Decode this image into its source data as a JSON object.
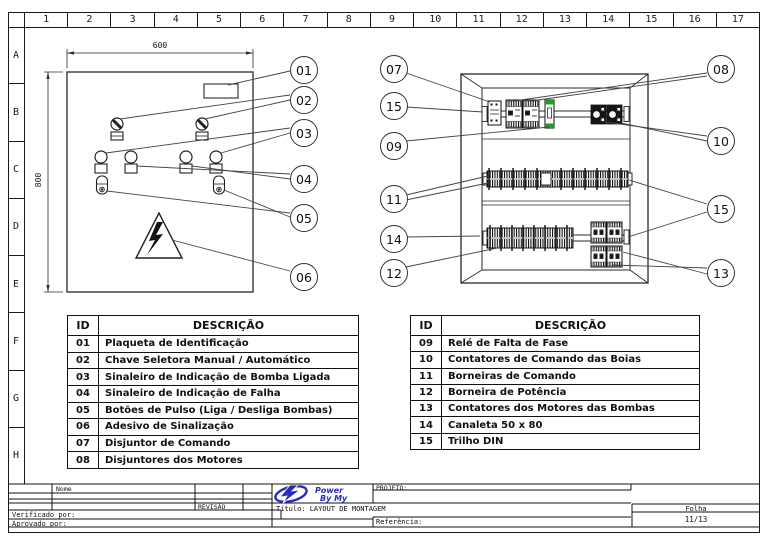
{
  "sheet": {
    "ruler_cols": [
      "1",
      "2",
      "3",
      "4",
      "5",
      "6",
      "7",
      "8",
      "9",
      "10",
      "11",
      "12",
      "13",
      "14",
      "15",
      "16",
      "17"
    ],
    "ruler_rows": [
      "A",
      "B",
      "C",
      "D",
      "E",
      "F",
      "G",
      "H"
    ]
  },
  "left_view": {
    "dim_width": "600",
    "dim_height": "800",
    "callouts": [
      "01",
      "02",
      "03",
      "04",
      "05",
      "06"
    ]
  },
  "right_view": {
    "callouts_left": [
      "07",
      "15",
      "09",
      "11",
      "14",
      "12"
    ],
    "callouts_right": [
      "08",
      "10",
      "15",
      "13"
    ]
  },
  "tables": {
    "left": {
      "header_id": "ID",
      "header_desc": "DESCRIÇÃO",
      "rows": [
        {
          "id": "01",
          "desc": "Plaqueta de Identificação"
        },
        {
          "id": "02",
          "desc": "Chave Seletora Manual / Automático"
        },
        {
          "id": "03",
          "desc": "Sinaleiro de Indicação de Bomba Ligada"
        },
        {
          "id": "04",
          "desc": "Sinaleiro de Indicação de Falha"
        },
        {
          "id": "05",
          "desc": "Botões de Pulso (Liga / Desliga Bombas)"
        },
        {
          "id": "06",
          "desc": "Adesivo de Sinalização"
        },
        {
          "id": "07",
          "desc": "Disjuntor de Comando"
        },
        {
          "id": "08",
          "desc": "Disjuntores dos Motores"
        }
      ]
    },
    "right": {
      "header_id": "ID",
      "header_desc": "DESCRIÇÃO",
      "rows": [
        {
          "id": "09",
          "desc": "Relé de Falta de Fase"
        },
        {
          "id": "10",
          "desc": "Contatores de Comando das Boias"
        },
        {
          "id": "11",
          "desc": "Borneiras de Comando"
        },
        {
          "id": "12",
          "desc": "Borneira de Potência"
        },
        {
          "id": "13",
          "desc": "Contatores dos Motores das Bombas"
        },
        {
          "id": "14",
          "desc": "Canaleta 50 x 80"
        },
        {
          "id": "15",
          "desc": "Trilho DIN"
        }
      ]
    }
  },
  "title_block": {
    "nome_label": "Nome",
    "revisao_label": "REVISÃO",
    "verificado_label": "Verificado por:",
    "aprovado_label": "Aprovado por:",
    "projeto_label": "PROJETO:",
    "titulo_label": "Título: LAYOUT DE MONTAGEM",
    "referencia_label": "Referência:",
    "folha_label": "Folha",
    "folha_value": "11/13",
    "logo_line1": "Power",
    "logo_line2": "By My"
  },
  "colors": {
    "line": "#1a1a1a",
    "logo_blue": "#2b2bbb",
    "relay_green": "#1e9e1e"
  }
}
